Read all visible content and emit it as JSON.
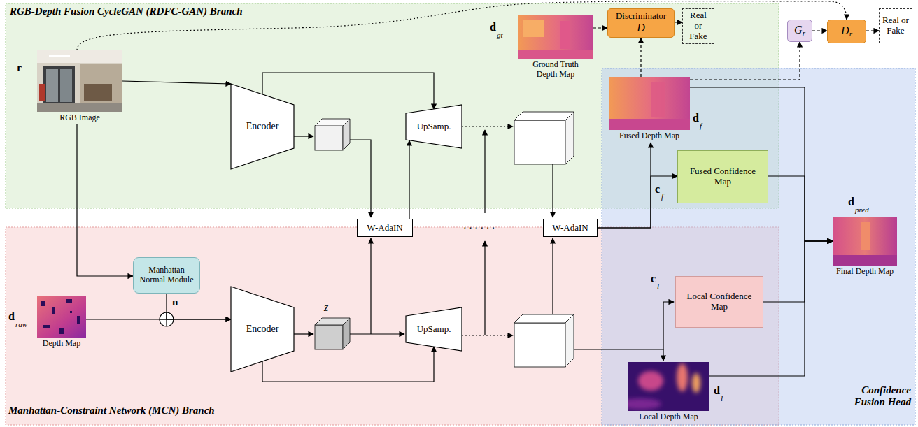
{
  "diagram": {
    "nodes": [
      {
        "text": [
          "RGB-Depth Fusion CycleGAN (RDFC-GAN) Branch"
        ]
      },
      {
        "text": [
          "Manhattan-Constraint Network (MCN) Branch"
        ]
      },
      {
        "text": [
          "Confidence Fusion Head"
        ]
      },
      {
        "text": [
          "RGB Image"
        ],
        "in": 0
      },
      {
        "text": [
          "Encoder"
        ],
        "in": 0
      },
      {
        "text": [
          "UpSamp."
        ],
        "in": 0
      },
      {
        "text": [
          "Ground Truth Depth Map"
        ],
        "in": 0
      },
      {
        "text": [
          "Discriminator",
          "D"
        ],
        "in": 0
      },
      {
        "text": [
          "Real or Fake"
        ],
        "in": 0
      },
      {
        "text": [
          "G",
          "r"
        ]
      },
      {
        "text": [
          "D",
          "r"
        ]
      },
      {
        "text": [
          "Real or Fake"
        ]
      },
      {
        "text": [
          "Fused Depth Map"
        ],
        "in": 2
      },
      {
        "text": [
          "Fused Confidence Map"
        ],
        "in": 2
      },
      {
        "text": [
          "W-AdaIN"
        ]
      },
      {
        "text": [
          "W-AdaIN"
        ]
      },
      {
        "text": [
          "Final Depth Map"
        ],
        "in": 2
      },
      {
        "text": [
          "Manhattan Normal Module"
        ],
        "in": 1
      },
      {
        "text": [
          "Depth Map"
        ],
        "in": 1
      },
      {
        "text": [
          "Encoder"
        ],
        "in": 1
      },
      {
        "text": [
          "UpSamp."
        ],
        "in": 1
      },
      {
        "text": [
          "Local Confidence Map"
        ],
        "in": 2
      },
      {
        "text": [
          "Local Depth Map"
        ],
        "in": 2
      }
    ],
    "edges": [
      {
        "from": 3,
        "to": 4,
        "arrow": "to"
      },
      {
        "from": 3,
        "to": 17,
        "arrow": "to"
      },
      {
        "from": 17,
        "to": 19,
        "arrow": "to"
      },
      {
        "from": 18,
        "to": 19,
        "arrow": "to"
      },
      {
        "from": 4,
        "to": 5,
        "arrow": "to"
      },
      {
        "from": 14,
        "to": 5,
        "arrow": "to"
      },
      {
        "from": 19,
        "to": 20,
        "arrow": "to"
      },
      {
        "from": 15,
        "to": 12,
        "arrow": "to"
      },
      {
        "from": 15,
        "to": 13,
        "arrow": "to"
      },
      {
        "from": 12,
        "to": 7,
        "arrow": "to"
      },
      {
        "from": 6,
        "to": 7,
        "arrow": "to"
      },
      {
        "from": 7,
        "to": 8,
        "arrow": "to"
      },
      {
        "from": 12,
        "to": 9,
        "arrow": "to"
      },
      {
        "from": 9,
        "to": 10,
        "arrow": "to"
      },
      {
        "from": 10,
        "to": 11,
        "arrow": "to"
      },
      {
        "from": 3,
        "to": 10,
        "arrow": "to"
      },
      {
        "from": 12,
        "to": 16,
        "arrow": "to"
      },
      {
        "from": 13,
        "to": 16,
        "arrow": "to"
      },
      {
        "from": 21,
        "to": 16,
        "arrow": "to"
      },
      {
        "from": 22,
        "to": 16,
        "arrow": "to"
      }
    ],
    "labels": [
      "r",
      "d",
      "gt",
      "d",
      "f",
      "c",
      "f",
      "c",
      "l",
      "d",
      "l",
      "d",
      "raw",
      "d",
      "pred",
      "n",
      "z",
      "· · · · · ·"
    ]
  }
}
